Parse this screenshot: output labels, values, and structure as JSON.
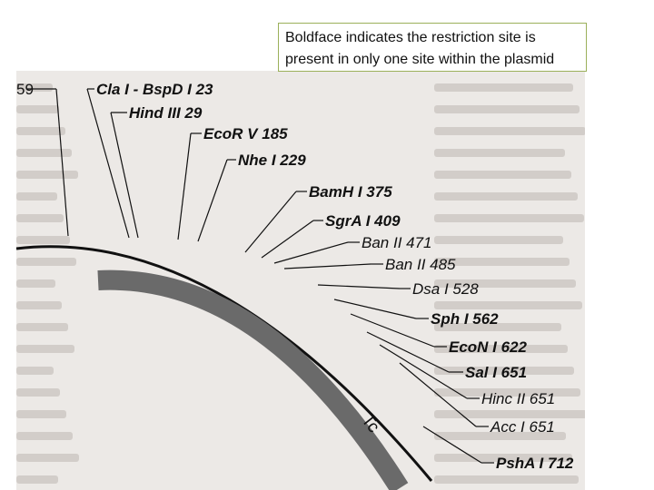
{
  "note": {
    "line1": "Boldface indicates the restriction site is",
    "line2": "present in only one site within the plasmid"
  },
  "plasmid": {
    "gene_label": "Tc",
    "backbone_color": "#111111",
    "gene_bar_color": "#6a6a6a",
    "edge_label": "59",
    "sites": [
      {
        "name": "Cla I - BspD I",
        "position": "23",
        "unique": true
      },
      {
        "name": "Hind III",
        "position": "29",
        "unique": true
      },
      {
        "name": "EcoR V",
        "position": "185",
        "unique": true
      },
      {
        "name": "Nhe I",
        "position": "229",
        "unique": true
      },
      {
        "name": "BamH I",
        "position": "375",
        "unique": true
      },
      {
        "name": "SgrA I",
        "position": "409",
        "unique": true
      },
      {
        "name": "Ban II",
        "position": "471",
        "unique": false
      },
      {
        "name": "Ban II",
        "position": "485",
        "unique": false
      },
      {
        "name": "Dsa I",
        "position": "528",
        "unique": false
      },
      {
        "name": "Sph I",
        "position": "562",
        "unique": true
      },
      {
        "name": "EcoN I",
        "position": "622",
        "unique": true
      },
      {
        "name": "Sal I",
        "position": "651",
        "unique": true
      },
      {
        "name": "Hinc II",
        "position": "651",
        "unique": false
      },
      {
        "name": "Acc I",
        "position": "651",
        "unique": false
      },
      {
        "name": "PshA I",
        "position": "712",
        "unique": true
      }
    ]
  }
}
